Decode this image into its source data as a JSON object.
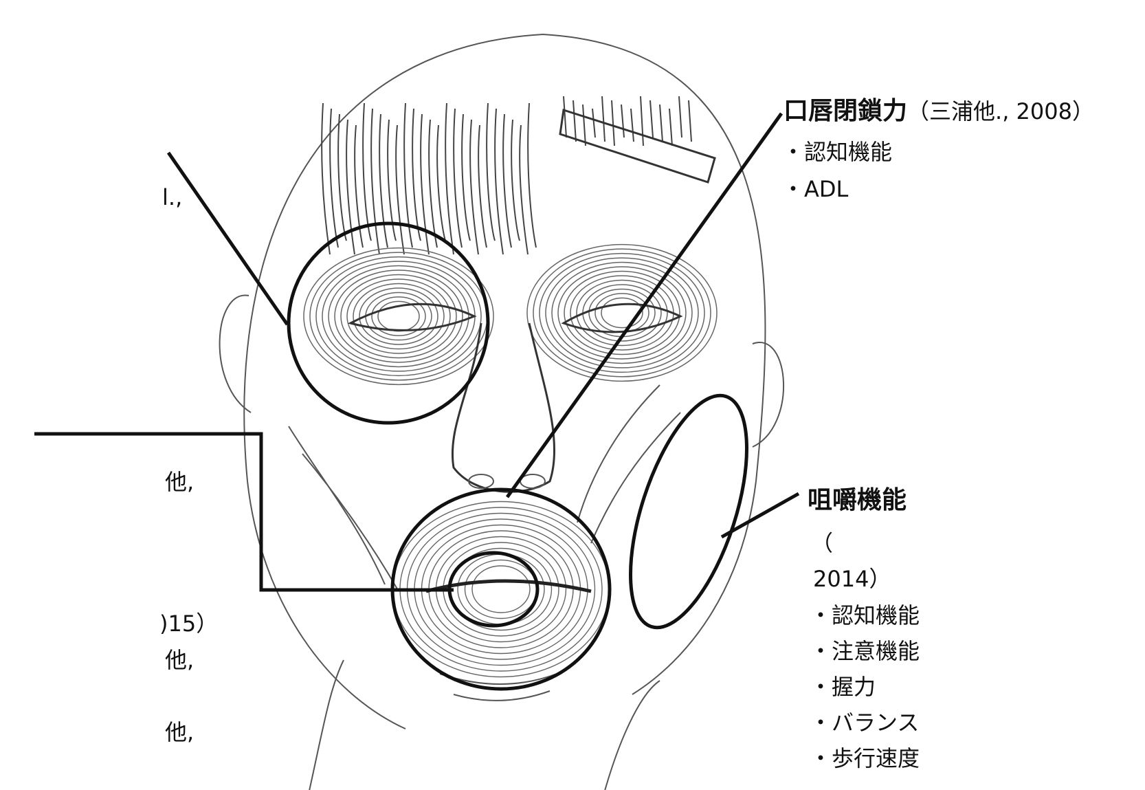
{
  "lip_block": {
    "title": "口唇閉鎖力",
    "citation": "（三浦他., 2008）",
    "items": [
      "・認知機能",
      "・ADL"
    ]
  },
  "mastication_block": {
    "title": "咀嚼機能",
    "citation_open": "（",
    "citation_close": "2014）",
    "items": [
      "・認知機能",
      "・注意機能",
      "・握力",
      "・バランス",
      "・歩行速度"
    ]
  },
  "left_fragments": {
    "eye_fragment": "l.,",
    "frag_1": "他,",
    "frag_2": ")15）",
    "frag_3": "他,",
    "frag_4": "他,"
  },
  "colors": {
    "line": "#111111",
    "background": "#ffffff",
    "sketch": "#555555"
  }
}
